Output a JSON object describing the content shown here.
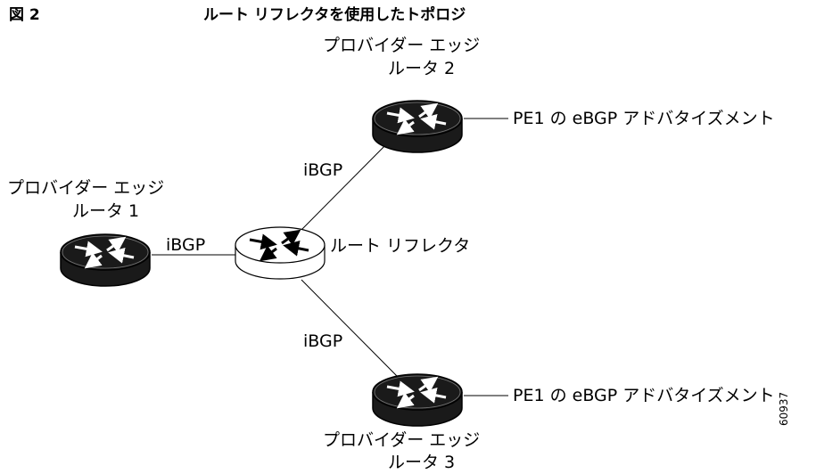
{
  "figure": {
    "number": "図 2",
    "title": "ルート リフレクタを使用したトポロジ",
    "figure_id": "60937"
  },
  "nodes": {
    "pe2": {
      "line1": "プロバイダー エッジ",
      "line2": "ルータ 2"
    },
    "pe1": {
      "line1": "プロバイダー エッジ",
      "line2": "ルータ 1"
    },
    "pe3": {
      "line1": "プロバイダー エッジ",
      "line2": "ルータ 3"
    },
    "rr": {
      "label": "ルート リフレクタ"
    }
  },
  "links": {
    "rr_pe2": "iBGP",
    "rr_pe1": "iBGP",
    "rr_pe3": "iBGP",
    "pe2_ext": "PE1 の eBGP アドバタイズメント",
    "pe3_ext": "PE1 の eBGP アドバタイズメント"
  },
  "colors": {
    "router_dark": "#1a1a1a",
    "router_light": "#ffffff",
    "line": "#000000"
  },
  "icons": {
    "router": "router-icon"
  }
}
